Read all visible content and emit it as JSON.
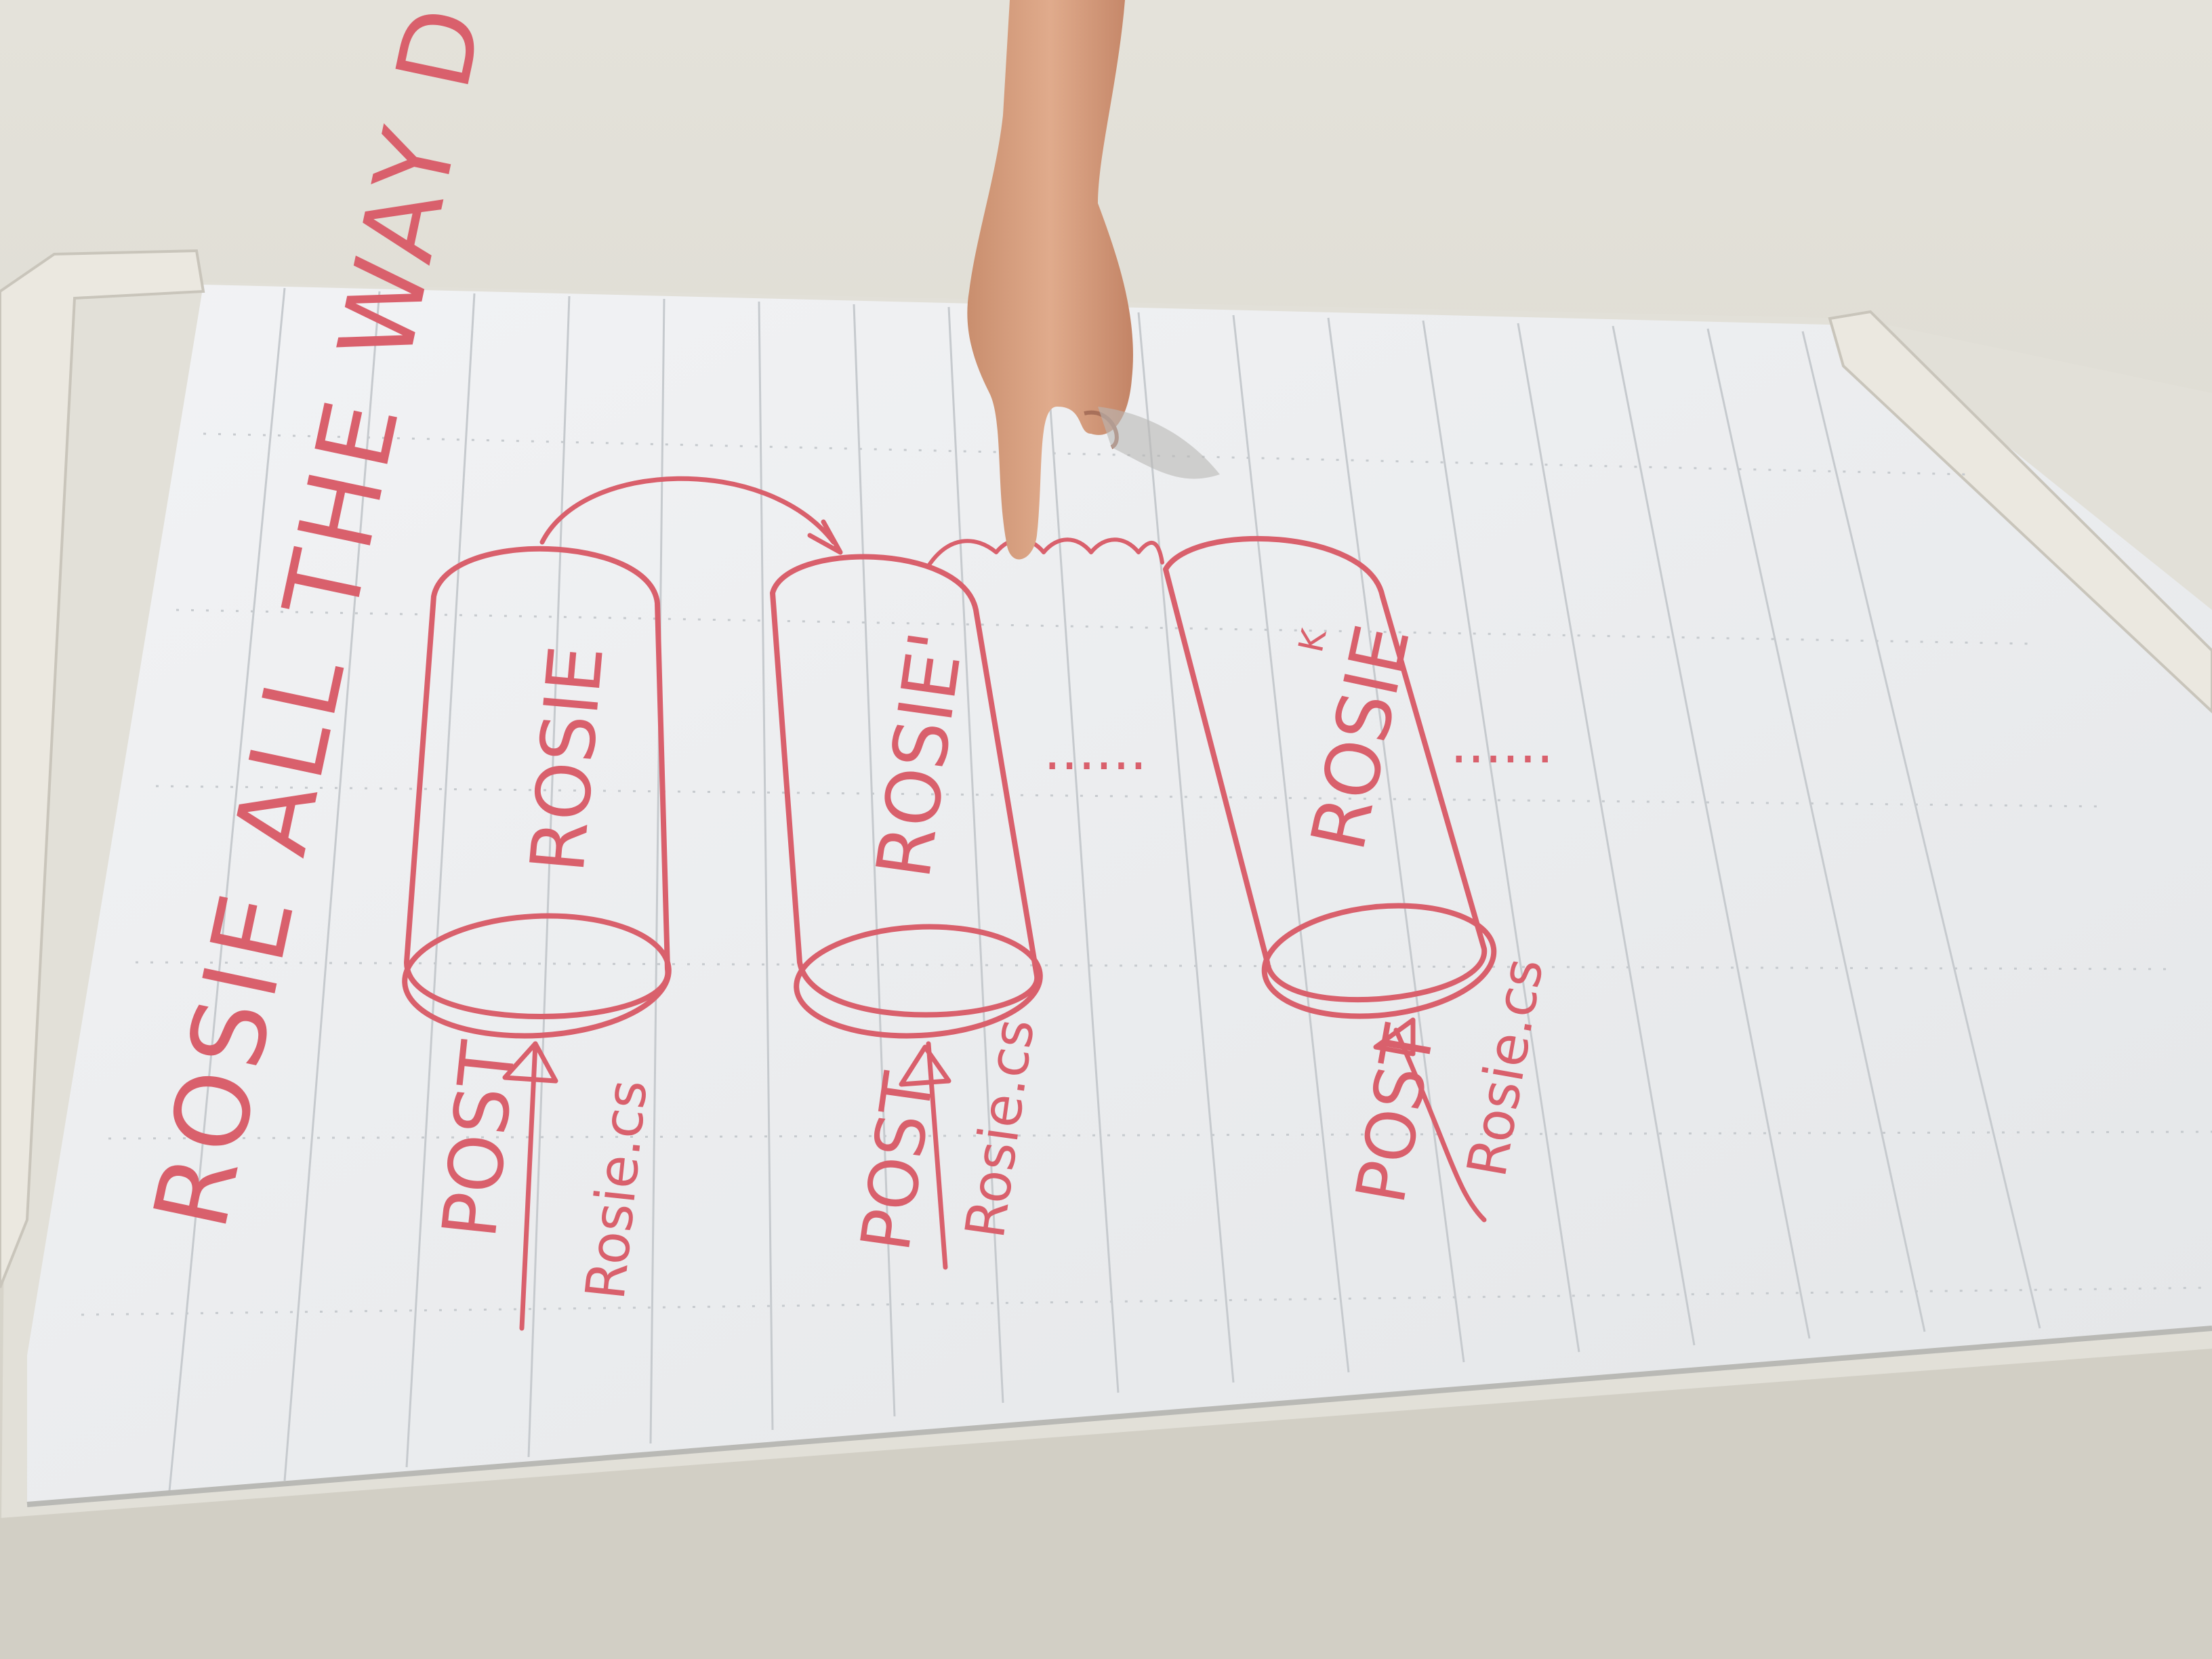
{
  "photo": {
    "subject": "flip chart with hand-drawn diagram",
    "ink_color": "#d9606c",
    "paper_color": "#eef0f1",
    "wall_color": "#dcdad1"
  },
  "diagram": {
    "title": "ROSIE ALL THE WAY DOWN",
    "cylinders": [
      {
        "label": "ROSIE",
        "input_label": "POST",
        "file_label": "Rosie.cs"
      },
      {
        "label": "ROSIE'",
        "input_label": "POST",
        "file_label": "Rosie.cs"
      },
      {
        "label": "ROSIE",
        "superscript": "K",
        "input_label": "POST",
        "file_label": "Rosie.cs"
      }
    ],
    "ellipsis": "......"
  }
}
